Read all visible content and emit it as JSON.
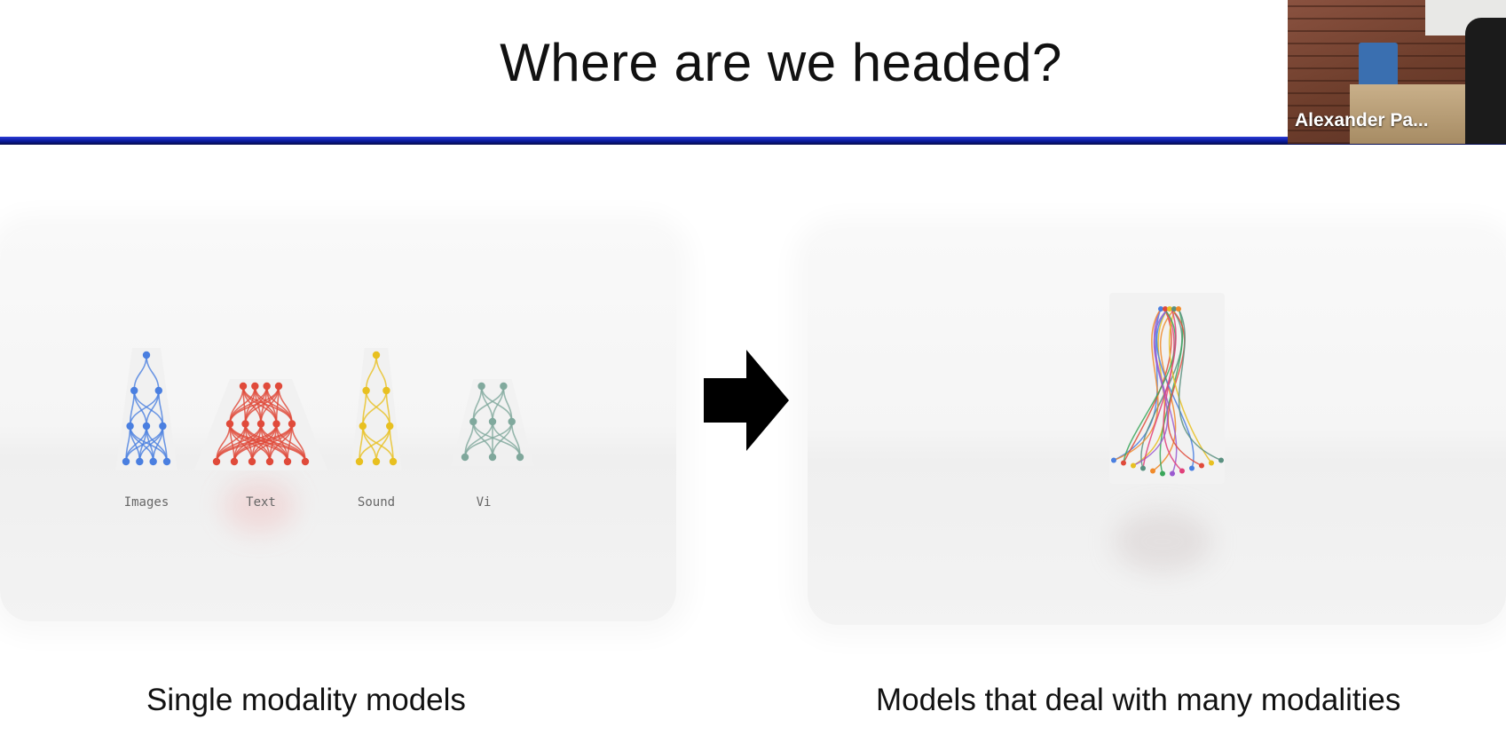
{
  "slide": {
    "title": "Where are we headed?",
    "caption_left": "Single modality models",
    "caption_right": "Models that deal with many modalities"
  },
  "video": {
    "participant_name": "Alexander Pa..."
  },
  "modalities": [
    {
      "label": "Images",
      "color": "#4a7fe0"
    },
    {
      "label": "Text",
      "color": "#e04a3a"
    },
    {
      "label": "Sound",
      "color": "#e8c020"
    },
    {
      "label": "Vi",
      "color": "#5a9080"
    }
  ],
  "multi_model": {
    "colors": [
      "#4a7fe0",
      "#e04a3a",
      "#e8c020",
      "#5a9080",
      "#f08a2a",
      "#3aa65a",
      "#9a5ad0",
      "#e0407a"
    ]
  }
}
